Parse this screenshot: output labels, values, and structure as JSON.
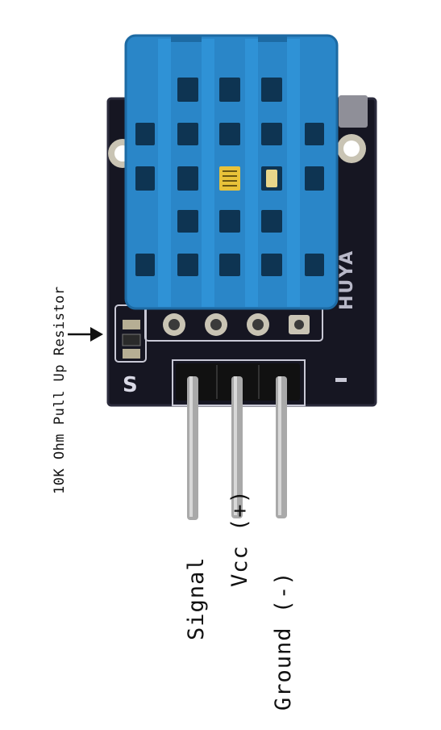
{
  "annotations": {
    "resistor_label": "10K Ohm Pull Up Resistor"
  },
  "pins": [
    {
      "label": "Signal"
    },
    {
      "label": "Vcc (+)"
    },
    {
      "label": "Ground (-)"
    }
  ],
  "board": {
    "silkscreen_pin_marker": "S",
    "silkscreen_brand": "HUYA",
    "colors": {
      "pcb": "#161622",
      "sensor_housing": "#2a86c8",
      "header_pins": "#a9a9a9",
      "header_plastic": "#111111"
    }
  },
  "icons": {
    "arrow": "arrow-right-icon"
  }
}
